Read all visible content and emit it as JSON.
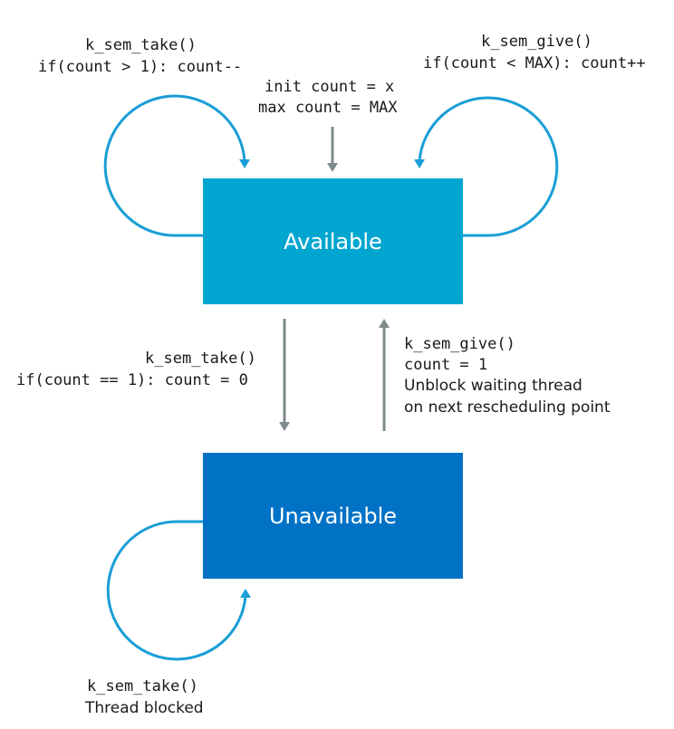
{
  "colors": {
    "available": "#00a6cf",
    "unavailable": "#0072c6",
    "loop_arrow": "#1a9ed6",
    "vertical_arrow": "#7f8c8d",
    "text": "#1a1a1a"
  },
  "states": {
    "available": "Available",
    "unavailable": "Unavailable"
  },
  "transitions": {
    "take_loop": {
      "line1": "k_sem_take()",
      "line2": "if(count > 1): count--"
    },
    "give_loop": {
      "line1": "k_sem_give()",
      "line2": "if(count < MAX): count++"
    },
    "init": {
      "line1": "init count = x",
      "line2": "max count = MAX"
    },
    "take_down": {
      "line1": "k_sem_take()",
      "line2": "if(count == 1): count = 0"
    },
    "give_up": {
      "line1": "k_sem_give()",
      "line2": "count = 1",
      "line3": "Unblock waiting thread",
      "line4": "on next rescheduling point"
    },
    "blocked_loop": {
      "line1": "k_sem_take()",
      "line2": "Thread blocked"
    }
  }
}
